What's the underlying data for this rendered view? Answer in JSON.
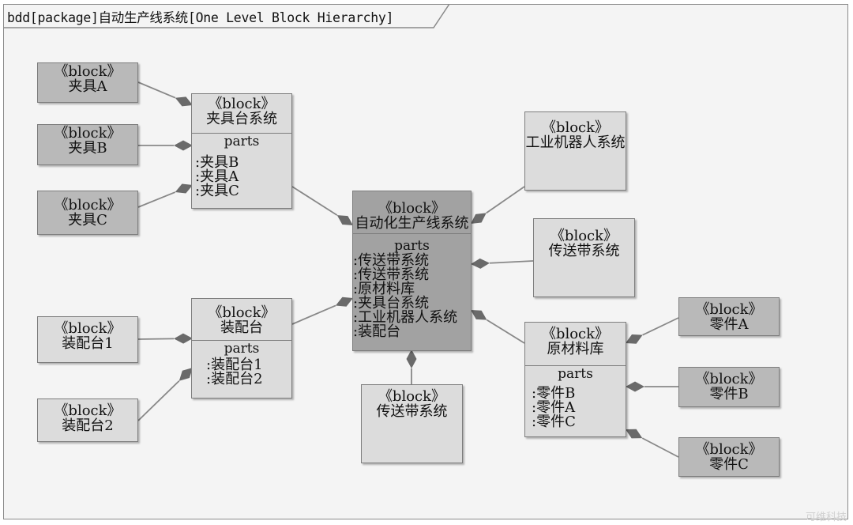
{
  "frame": {
    "title": "bdd[package]自动生产线系统[One Level Block Hierarchy]"
  },
  "stereotype": "《block》",
  "blocks": {
    "jiajuA": {
      "name": "夹具A"
    },
    "jiajuB": {
      "name": "夹具B"
    },
    "jiajuC": {
      "name": "夹具C"
    },
    "jiajutai": {
      "name": "夹具台系统",
      "parts_title": "parts",
      "parts": [
        ":夹具B",
        ":夹具A",
        ":夹具C"
      ]
    },
    "zhuangpei1": {
      "name": "装配台1"
    },
    "zhuangpei2": {
      "name": "装配台2"
    },
    "zhuangpeitai": {
      "name": "装配台",
      "parts_title": "parts",
      "parts": [
        ":装配台1",
        ":装配台2"
      ]
    },
    "system": {
      "name": "自动化生产线系统",
      "parts_title": "parts",
      "parts": [
        ":传送带系统",
        ":传送带系统",
        ":原材料库",
        ":夹具台系统",
        ":工业机器人系统",
        ":装配台"
      ]
    },
    "robot": {
      "name": "工业机器人系统"
    },
    "conveyor_right": {
      "name": "传送带系统"
    },
    "conveyor_bottom": {
      "name": "传送带系统"
    },
    "material": {
      "name": "原材料库",
      "parts_title": "parts",
      "parts": [
        ":零件B",
        ":零件A",
        ":零件C"
      ]
    },
    "partA": {
      "name": "零件A"
    },
    "partB": {
      "name": "零件B"
    },
    "partC": {
      "name": "零件C"
    }
  },
  "watermark": "可维科技"
}
